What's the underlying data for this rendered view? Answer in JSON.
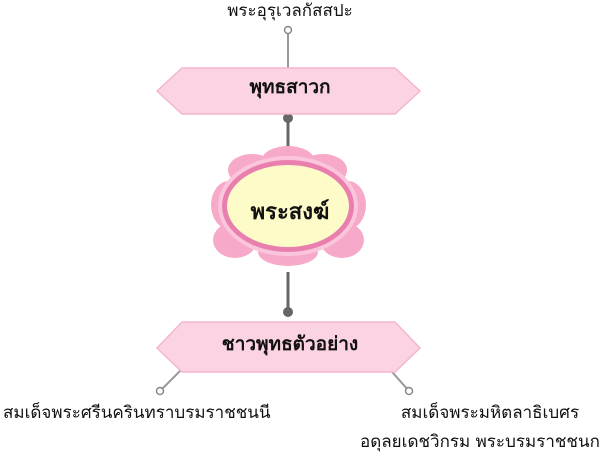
{
  "nodes": {
    "top": "พระอุรุเวลกัสสปะ",
    "disciples": "พุทธสาวก",
    "center": "พระสงฆ์",
    "exemplars": "ชาวพุทธตัวอย่าง",
    "left": "สมเด็จพระศรีนครินทราบรมราชชนนี",
    "right_line1": "สมเด็จพระมหิตลาธิเบศร",
    "right_line2": "อดุลยเดชวิกรม พระบรมราชชนก"
  },
  "colors": {
    "banner_fill": "#fbd3e3",
    "banner_stroke": "#f4b6cf",
    "flower_petal": "#f6a9c9",
    "flower_ring": "#e97fae",
    "center_fill": "#fdfbc8",
    "connector_dark": "#666666",
    "connector_light": "#999999"
  }
}
